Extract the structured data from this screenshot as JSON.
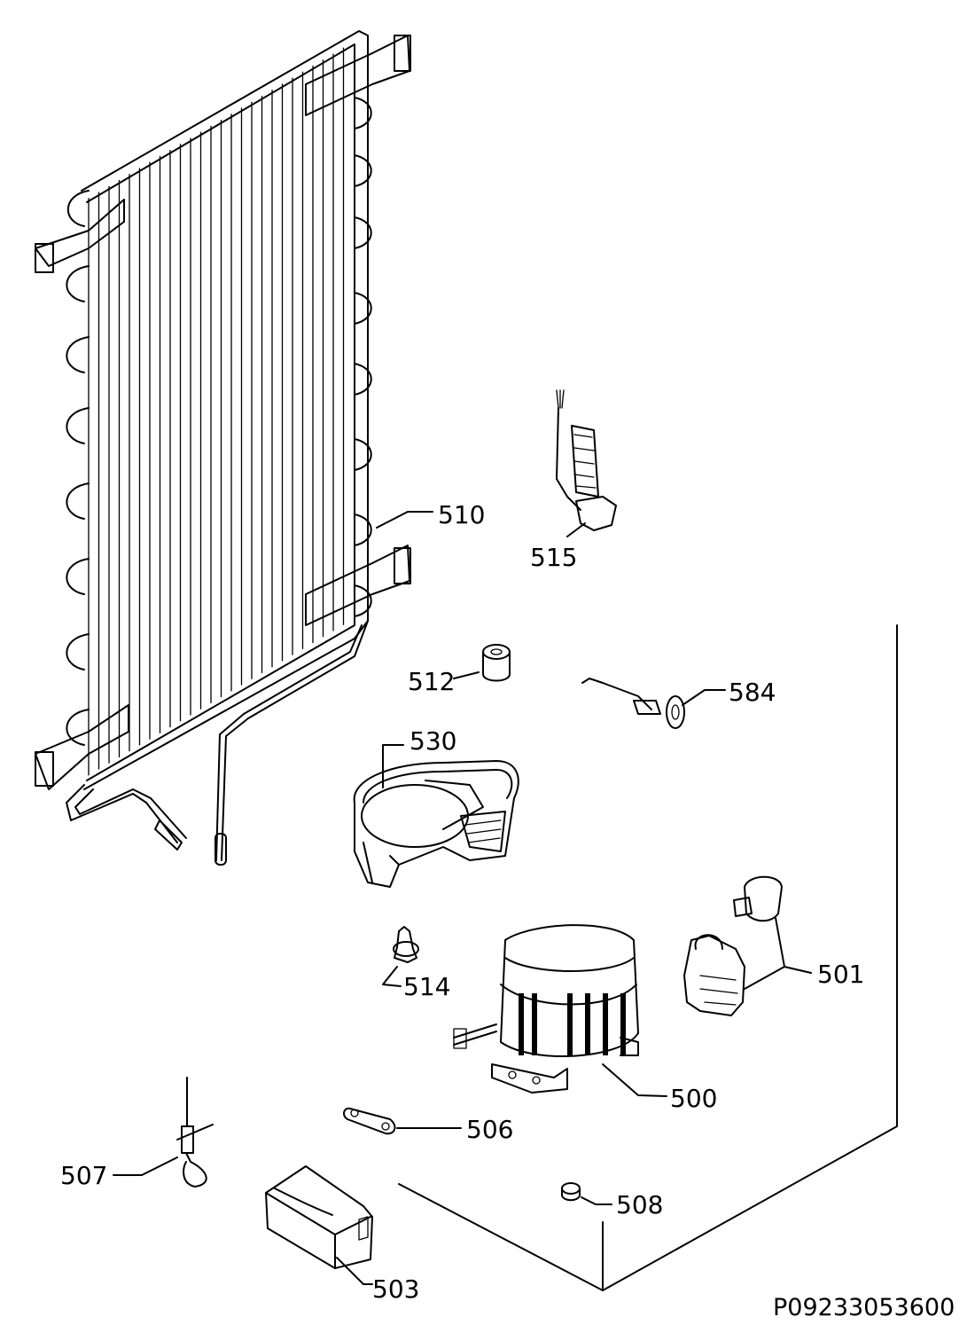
{
  "labels": {
    "condenser": "510",
    "power_cable": "515",
    "bush": "512",
    "thermostat_sensor": "584",
    "drip_tray": "530",
    "grommet": "514",
    "relay_overload": "501",
    "compressor": "500",
    "clamp": "506",
    "filter_drier": "507",
    "foot": "508",
    "cover": "503"
  },
  "drawing_code": "P09233053600"
}
